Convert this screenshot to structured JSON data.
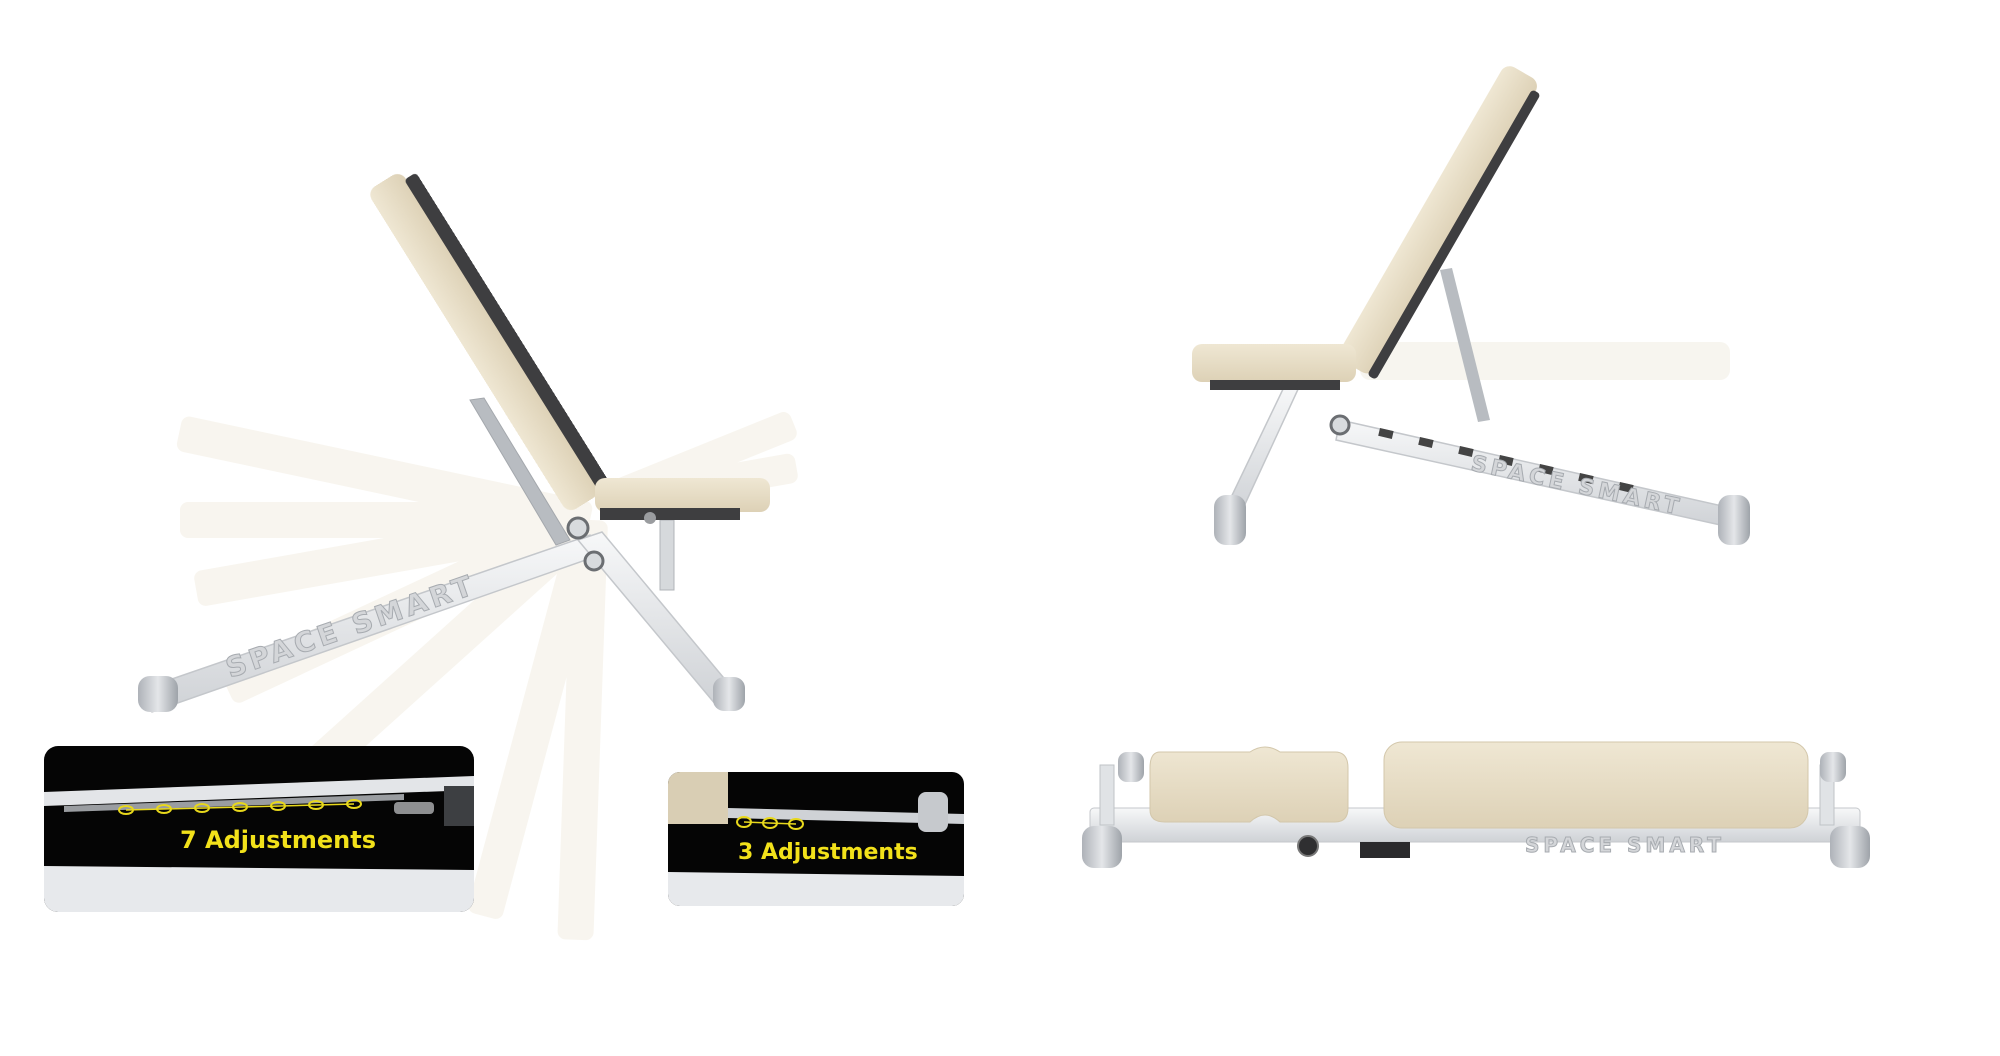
{
  "brand": {
    "name": "SPACE SMART"
  },
  "callouts": {
    "backrest_adjustments": "7 Adjustments",
    "seat_adjustments": "3 Adjustments"
  },
  "colors": {
    "background": "#ffffff",
    "cushion": "#e9dfc9",
    "cushion_side": "#d9cdb3",
    "frame": "#eceef0",
    "frame_shadow": "#c9ccd0",
    "dark_part": "#3b3b3d",
    "callout_bg": "#050505",
    "callout_text": "#f2e11a"
  },
  "views": {
    "fold_sequence_positions": 7
  }
}
